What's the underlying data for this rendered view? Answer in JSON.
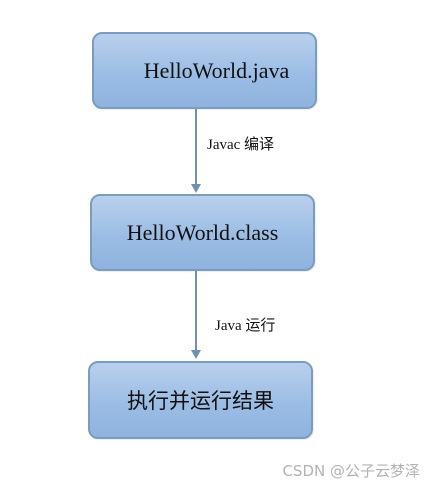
{
  "nodes": {
    "source_file": "HelloWorld.java",
    "class_file": "HelloWorld.class",
    "execute": "执行并运行结果"
  },
  "edges": {
    "compile": "Javac 编译",
    "run": "Java 运行"
  },
  "watermark": "CSDN @公子云梦泽",
  "colors": {
    "node_fill": "#9bbde5",
    "node_border": "#7a9cc0",
    "arrow": "#6f8fb3",
    "watermark": "#b3b3b3"
  }
}
